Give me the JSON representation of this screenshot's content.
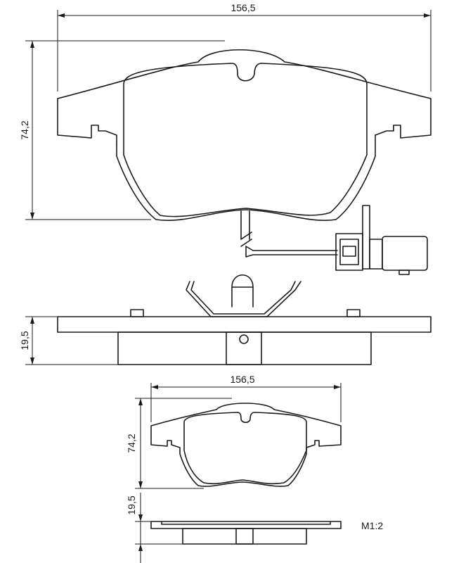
{
  "top_view": {
    "width_label": "156,5",
    "height_label": "74,2"
  },
  "side_view": {
    "thickness_label": "19,5"
  },
  "small_view": {
    "width_label": "156,5",
    "height_label": "74,2",
    "thickness_label": "19,5"
  },
  "scale_label": "M1:2"
}
